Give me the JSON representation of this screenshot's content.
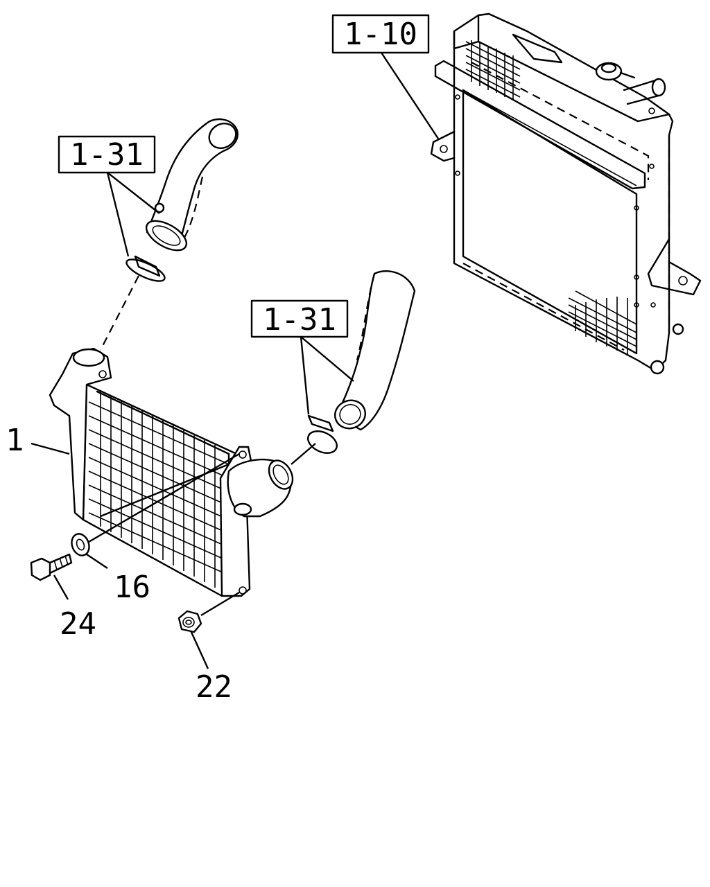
{
  "callouts": {
    "radiator_ref": "1-10",
    "upper_hose_ref": "1-31",
    "lower_hose_ref": "1-31",
    "intercooler": "1",
    "washer": "16",
    "bolt": "24",
    "nut": "22"
  }
}
